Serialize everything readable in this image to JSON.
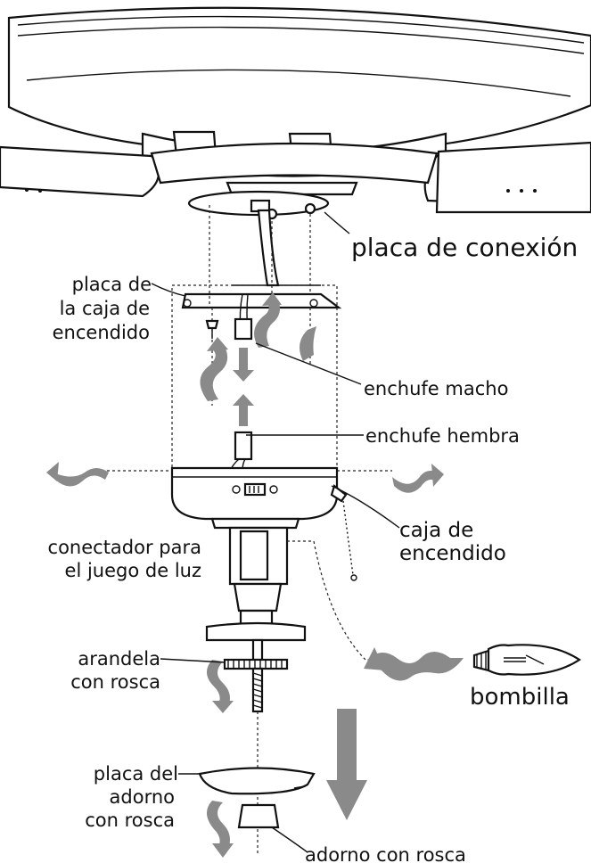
{
  "labels": {
    "placa_conexion": "placa de conexión",
    "placa_caja_1": "placa de",
    "placa_caja_2": "la caja de",
    "placa_caja_3": "encendido",
    "enchufe_macho": "enchufe macho",
    "enchufe_hembra": "enchufe hembra",
    "caja_encendido_1": "caja de",
    "caja_encendido_2": "encendido",
    "conectador_1": "conectador para",
    "conectador_2": "el juego de luz",
    "arandela_1": "arandela",
    "arandela_2": "con rosca",
    "bombilla": "bombilla",
    "placa_adorno_1": "placa del",
    "placa_adorno_2": "adorno",
    "placa_adorno_3": "con rosca",
    "adorno_rosca": "adorno con rosca"
  }
}
